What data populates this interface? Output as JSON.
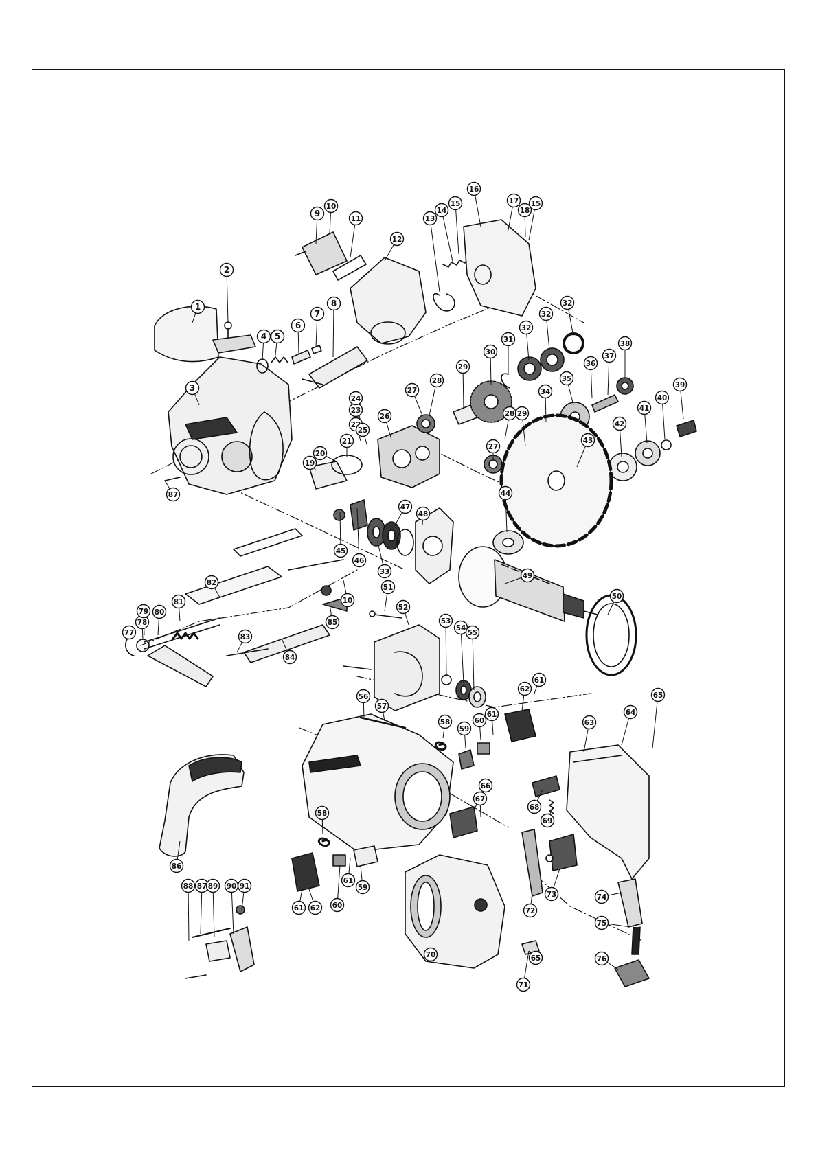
{
  "diagram": {
    "colors": {
      "ink": "#111111",
      "fill_light": "#f2f2f2",
      "fill_mid": "#cfcfcf",
      "fill_dark": "#4a4a4a",
      "callout_bg": "#ffffff"
    },
    "labels": [
      {
        "id": "1"
      },
      {
        "id": "2"
      },
      {
        "id": "3"
      },
      {
        "id": "4"
      },
      {
        "id": "5"
      },
      {
        "id": "6"
      },
      {
        "id": "7"
      },
      {
        "id": "8"
      },
      {
        "id": "9"
      },
      {
        "id": "10"
      },
      {
        "id": "11"
      },
      {
        "id": "12"
      },
      {
        "id": "13"
      },
      {
        "id": "14"
      },
      {
        "id": "15"
      },
      {
        "id": "15"
      },
      {
        "id": "16"
      },
      {
        "id": "17"
      },
      {
        "id": "18"
      },
      {
        "id": "19"
      },
      {
        "id": "20"
      },
      {
        "id": "21"
      },
      {
        "id": "22"
      },
      {
        "id": "23"
      },
      {
        "id": "24"
      },
      {
        "id": "25"
      },
      {
        "id": "26"
      },
      {
        "id": "27"
      },
      {
        "id": "27"
      },
      {
        "id": "28"
      },
      {
        "id": "28"
      },
      {
        "id": "29"
      },
      {
        "id": "29"
      },
      {
        "id": "30"
      },
      {
        "id": "31"
      },
      {
        "id": "32"
      },
      {
        "id": "32"
      },
      {
        "id": "32"
      },
      {
        "id": "33"
      },
      {
        "id": "34"
      },
      {
        "id": "35"
      },
      {
        "id": "36"
      },
      {
        "id": "37"
      },
      {
        "id": "38"
      },
      {
        "id": "39"
      },
      {
        "id": "40"
      },
      {
        "id": "41"
      },
      {
        "id": "42"
      },
      {
        "id": "43"
      },
      {
        "id": "44"
      },
      {
        "id": "45"
      },
      {
        "id": "46"
      },
      {
        "id": "47"
      },
      {
        "id": "48"
      },
      {
        "id": "49"
      },
      {
        "id": "50"
      },
      {
        "id": "51"
      },
      {
        "id": "52"
      },
      {
        "id": "53"
      },
      {
        "id": "54"
      },
      {
        "id": "55"
      },
      {
        "id": "56"
      },
      {
        "id": "57"
      },
      {
        "id": "58"
      },
      {
        "id": "58"
      },
      {
        "id": "59"
      },
      {
        "id": "59"
      },
      {
        "id": "60"
      },
      {
        "id": "60"
      },
      {
        "id": "61"
      },
      {
        "id": "61"
      },
      {
        "id": "61"
      },
      {
        "id": "61"
      },
      {
        "id": "62"
      },
      {
        "id": "62"
      },
      {
        "id": "63"
      },
      {
        "id": "64"
      },
      {
        "id": "65"
      },
      {
        "id": "65"
      },
      {
        "id": "66"
      },
      {
        "id": "67"
      },
      {
        "id": "68"
      },
      {
        "id": "69"
      },
      {
        "id": "70"
      },
      {
        "id": "71"
      },
      {
        "id": "72"
      },
      {
        "id": "73"
      },
      {
        "id": "74"
      },
      {
        "id": "75"
      },
      {
        "id": "76"
      },
      {
        "id": "77"
      },
      {
        "id": "78"
      },
      {
        "id": "79"
      },
      {
        "id": "80"
      },
      {
        "id": "81"
      },
      {
        "id": "82"
      },
      {
        "id": "83"
      },
      {
        "id": "84"
      },
      {
        "id": "85"
      },
      {
        "id": "86"
      },
      {
        "id": "87"
      },
      {
        "id": "87"
      },
      {
        "id": "88"
      },
      {
        "id": "89"
      },
      {
        "id": "90"
      },
      {
        "id": "91"
      },
      {
        "id": "10"
      }
    ]
  }
}
